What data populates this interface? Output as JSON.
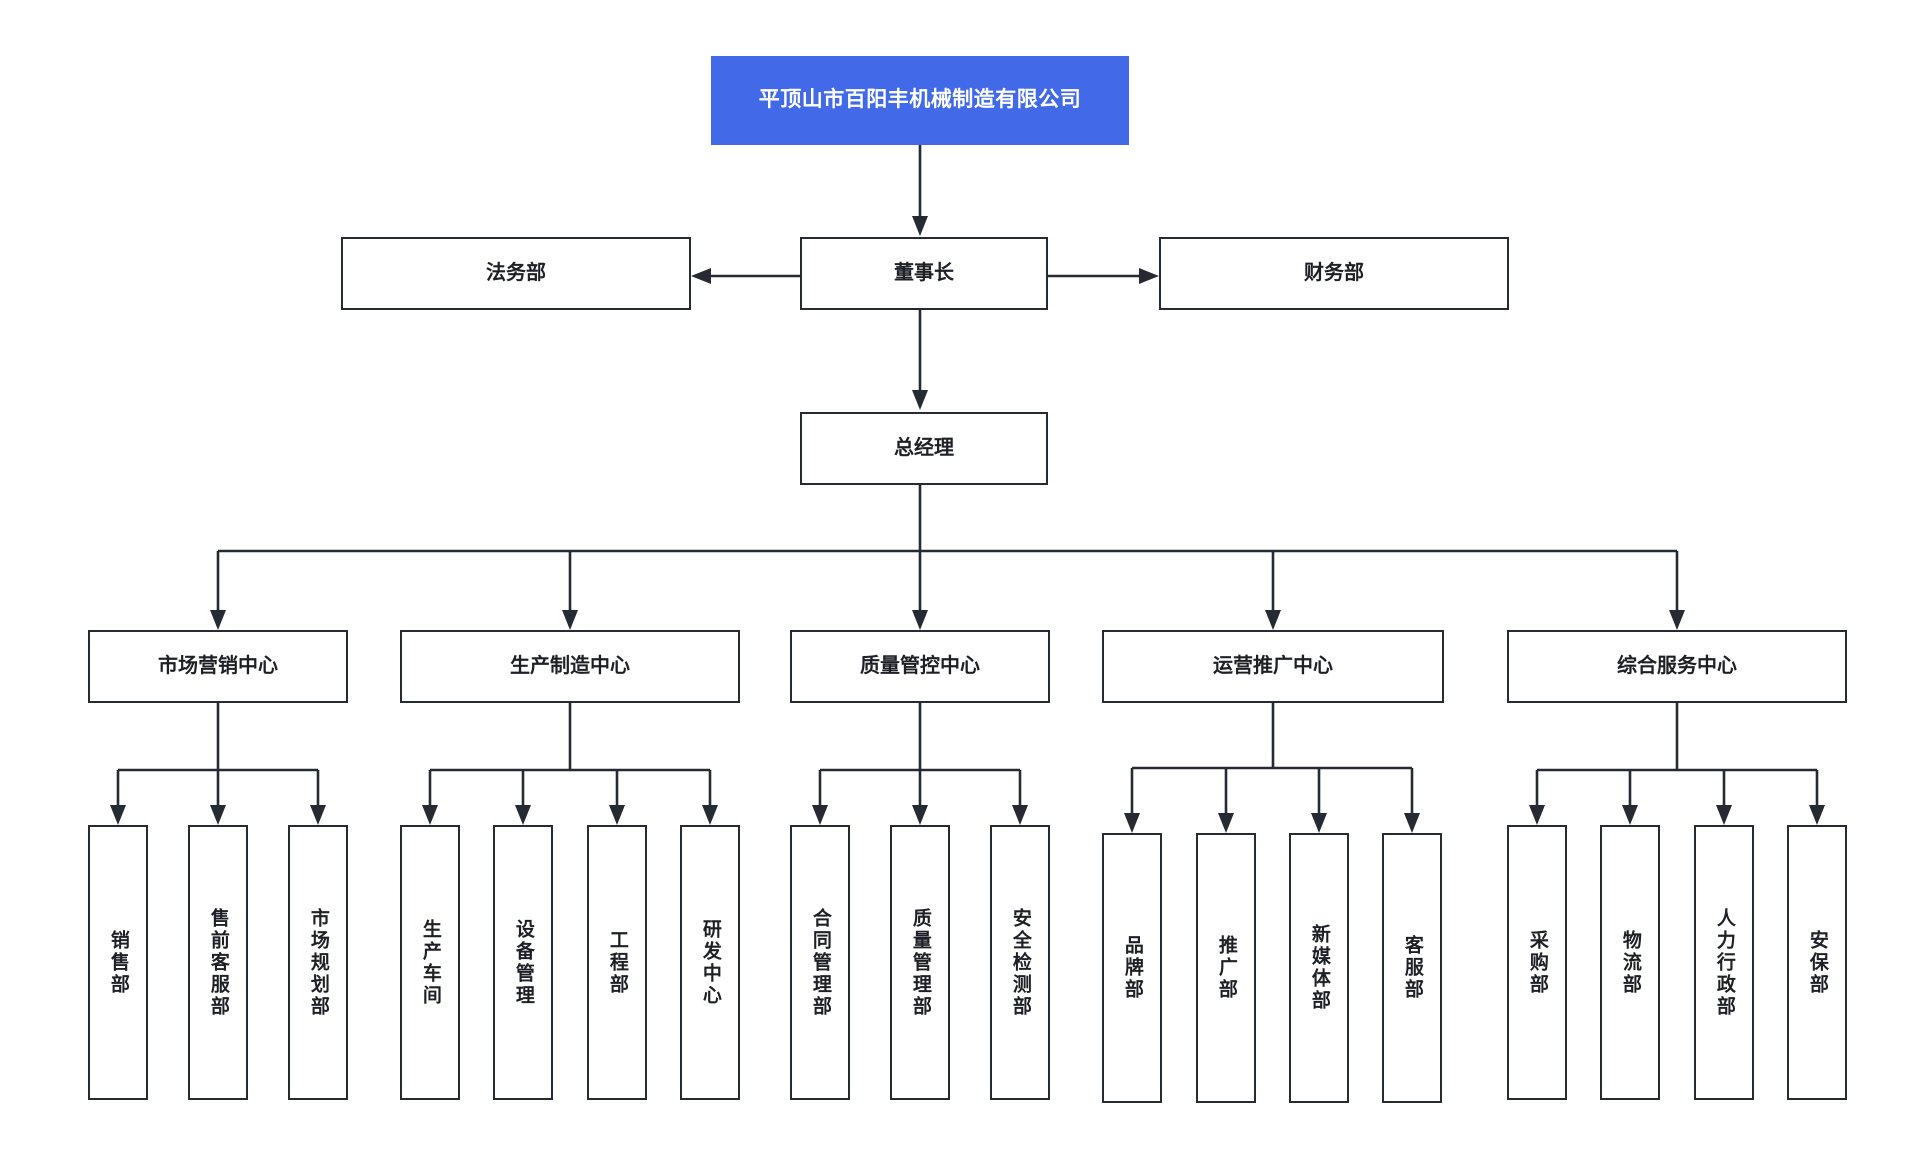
{
  "chart": {
    "type": "org-chart",
    "title": "平顶山市百阳丰机械制造有限公司",
    "accent_color": "#4169e8",
    "line_color": "#262b33",
    "background": "#ffffff"
  },
  "root": {
    "label": "平顶山市百阳丰机械制造有限公司"
  },
  "executive": {
    "chairman": "董事长",
    "legal": "法务部",
    "finance": "财务部",
    "general_manager": "总经理"
  },
  "centers": [
    {
      "label": "市场营销中心",
      "children": [
        "销售部",
        "售前客服部",
        "市场规划部"
      ]
    },
    {
      "label": "生产制造中心",
      "children": [
        "生产车间",
        "设备管理",
        "工程部",
        "研发中心"
      ]
    },
    {
      "label": "质量管控中心",
      "children": [
        "合同管理部",
        "质量管理部",
        "安全检测部"
      ]
    },
    {
      "label": "运营推广中心",
      "children": [
        "品牌部",
        "推广部",
        "新媒体部",
        "客服部"
      ]
    },
    {
      "label": "综合服务中心",
      "children": [
        "采购部",
        "物流部",
        "人力行政部",
        "安保部"
      ]
    }
  ]
}
